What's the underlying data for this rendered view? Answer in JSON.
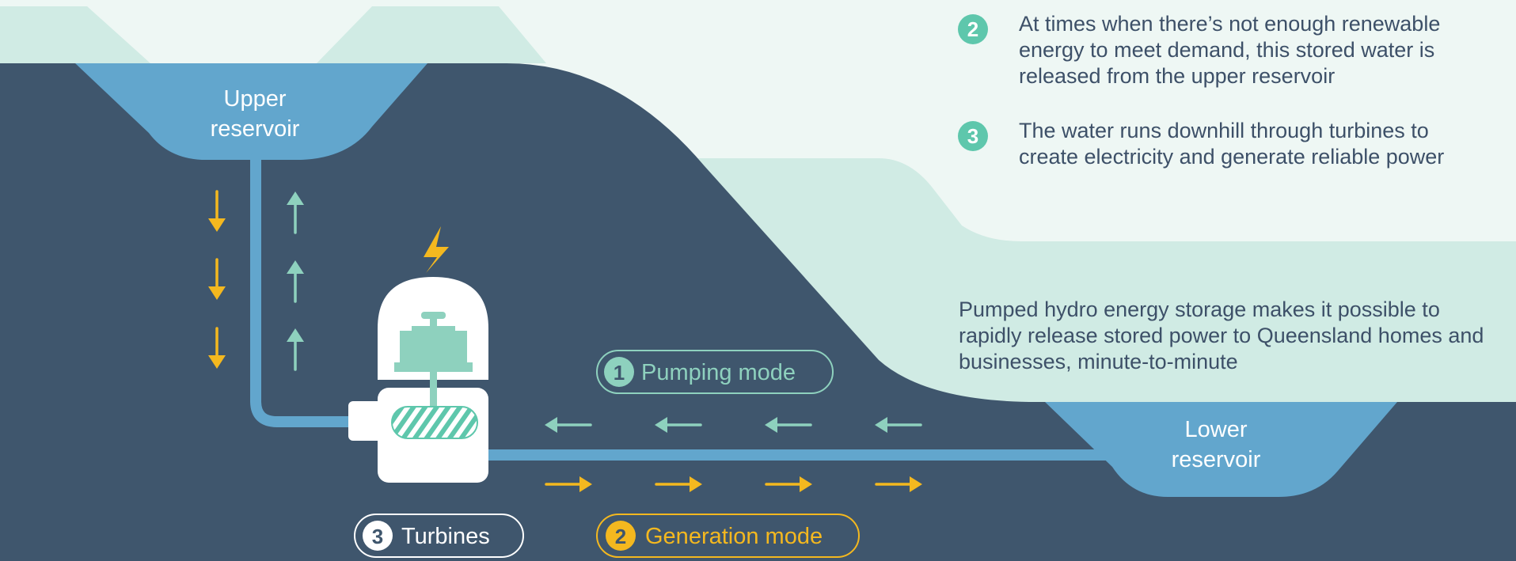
{
  "colors": {
    "sky": "#eef7f4",
    "hills": "#d0ebe4",
    "mountain": "#3f566d",
    "water": "#62a6cd",
    "pumping": "#8ed1be",
    "generation": "#f4b81f",
    "powerhouse": "#ffffff",
    "text": "#3d5068",
    "step_badge": "#5ec7ac"
  },
  "reservoirs": {
    "upper": [
      "Upper",
      "reservoir"
    ],
    "lower": [
      "Lower",
      "reservoir"
    ]
  },
  "steps": [
    {
      "number": "2",
      "text": "At times when there’s not enough renewable energy to meet demand, this stored water is released from the upper reservoir"
    },
    {
      "number": "3",
      "text": "The water runs downhill through turbines to create electricity and generate reliable power"
    }
  ],
  "summary": "Pumped hydro energy storage makes it possible to rapidly release stored power to Queensland homes and businesses, minute-to-minute",
  "modes": {
    "pumping": {
      "number": "1",
      "label": "Pumping mode"
    },
    "generation": {
      "number": "2",
      "label": "Generation mode"
    },
    "turbines": {
      "number": "3",
      "label": "Turbines"
    }
  },
  "icons": {
    "power": "lightning-bolt-icon",
    "flow_down": "arrow-down-icon",
    "flow_up": "arrow-up-icon",
    "flow_left": "arrow-left-icon",
    "flow_right": "arrow-right-icon"
  }
}
